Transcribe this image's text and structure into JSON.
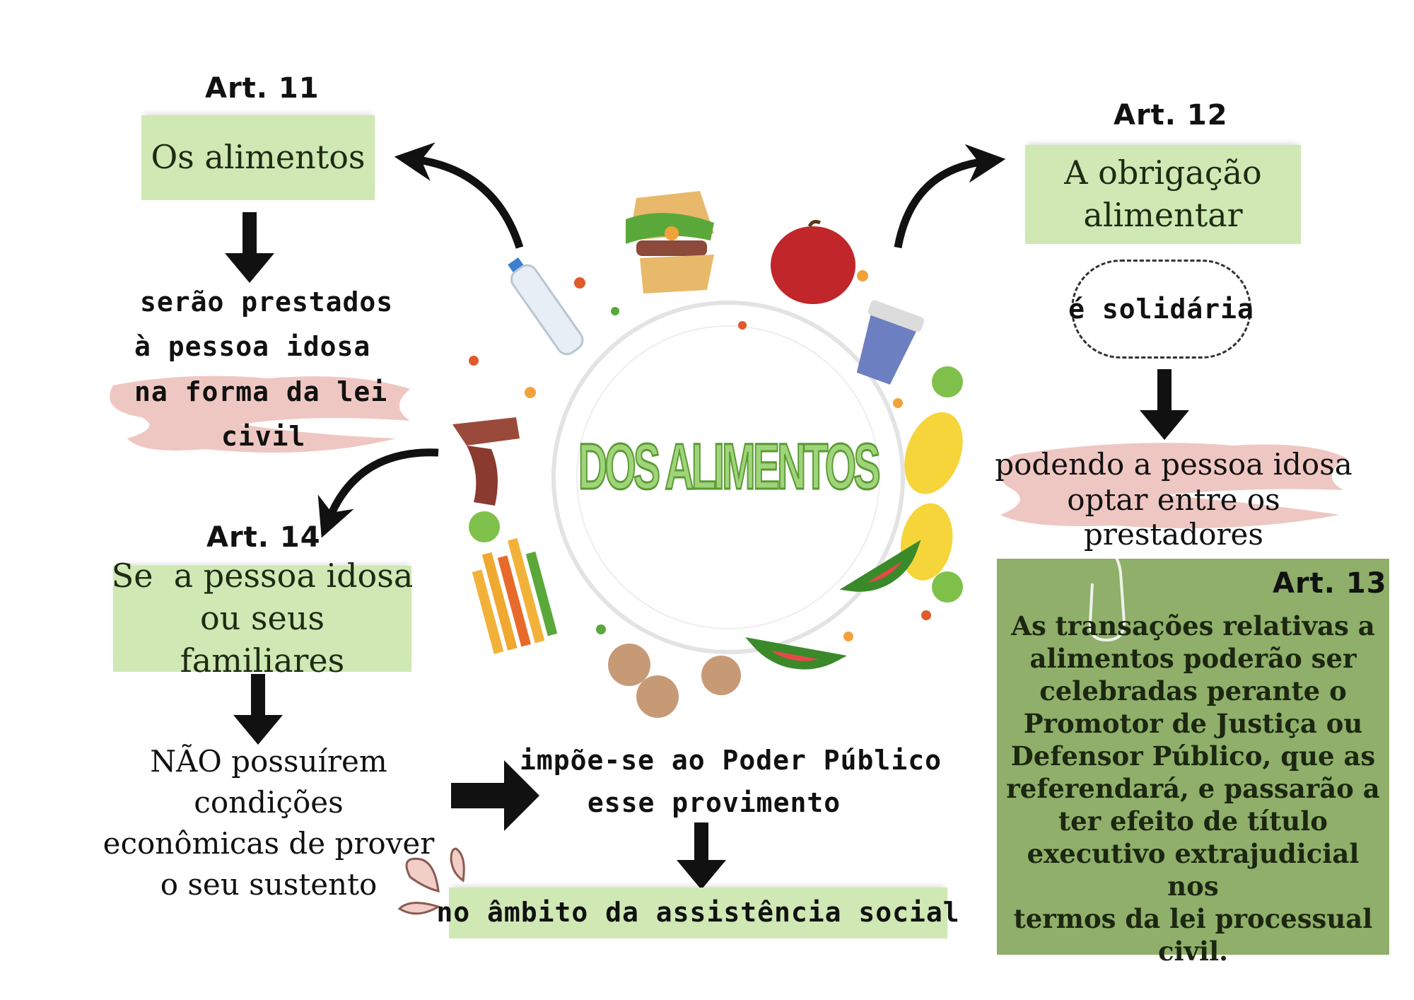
{
  "center": {
    "title": "DOS ALIMENTOS"
  },
  "art11": {
    "label": "Art. 11",
    "box": "Os alimentos",
    "lines": [
      "serão prestados",
      "à pessoa idosa",
      "na forma da lei",
      "civil"
    ]
  },
  "art12": {
    "label": "Art. 12",
    "box_lines": [
      "A obrigação",
      "alimentar"
    ],
    "bubble": "é solidária",
    "lines": [
      "podendo a pessoa idosa",
      "optar entre os prestadores"
    ]
  },
  "art13": {
    "label": "Art. 13",
    "lines": [
      "As transações relativas a",
      "alimentos poderão ser",
      "celebradas perante o",
      "Promotor de Justiça ou",
      "Defensor Público, que as",
      "referendará, e passarão a",
      "ter efeito de título",
      "executivo extrajudicial nos",
      "termos da lei processual",
      "civil."
    ]
  },
  "art14": {
    "label": "Art. 14",
    "box_lines": [
      "Se  a pessoa idosa",
      "ou seus familiares"
    ],
    "condition_lines": [
      "NÃO possuírem condições",
      "econômicas de prover",
      "o seu sustento"
    ],
    "consequence_lines": [
      "impõe-se ao Poder Público",
      "esse provimento"
    ],
    "final": "no âmbito da assistência social"
  },
  "colors": {
    "box_green": "#cfe8b4",
    "dark_green_panel": "#8faf6a",
    "pink_brush": "#efc7c2",
    "title_green": "#9fd47a"
  },
  "icons": [
    "sandwich-icon",
    "apple-icon",
    "water-bottle-icon",
    "yogurt-icon",
    "bacon-icon",
    "corn-icon",
    "french-fries-icon",
    "cookie-icon",
    "watermelon-icon"
  ]
}
